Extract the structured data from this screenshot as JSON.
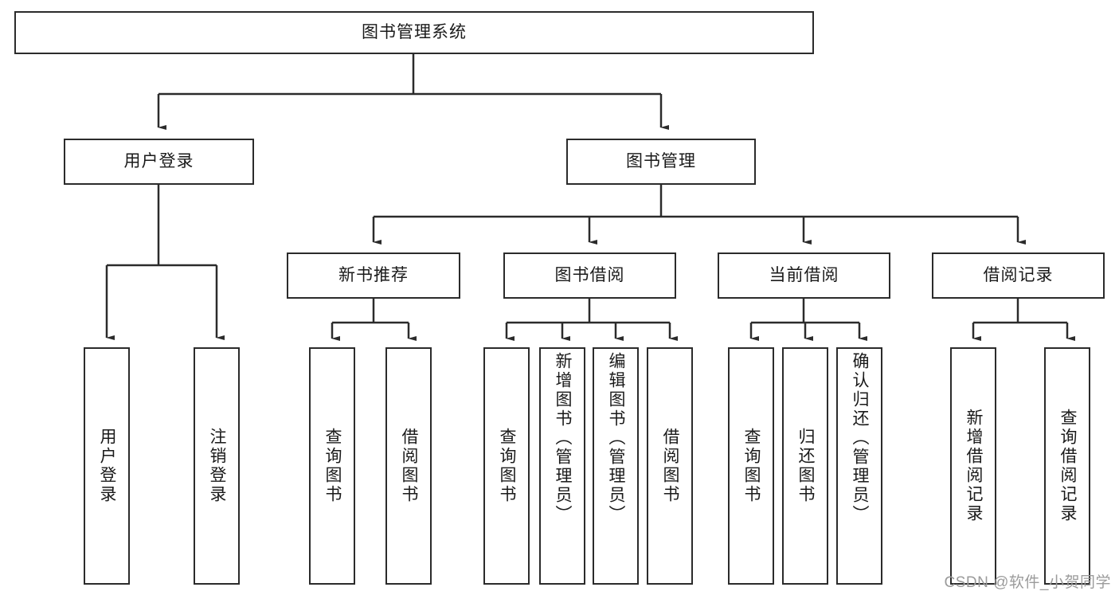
{
  "diagram": {
    "type": "tree",
    "title": "图书管理系统",
    "root": {
      "label": "图书管理系统"
    },
    "level2": [
      {
        "label": "用户登录"
      },
      {
        "label": "图书管理"
      }
    ],
    "level3": [
      {
        "label": "新书推荐"
      },
      {
        "label": "图书借阅"
      },
      {
        "label": "当前借阅"
      },
      {
        "label": "借阅记录"
      }
    ],
    "leaves": {
      "user_login": [
        {
          "label": "用户登录"
        },
        {
          "label": "注销登录"
        }
      ],
      "new_book_recommend": [
        {
          "label": "查询图书"
        },
        {
          "label": "借阅图书"
        }
      ],
      "book_borrow": [
        {
          "label": "查询图书"
        },
        {
          "label": "新增图书（管理员）"
        },
        {
          "label": "编辑图书（管理员）"
        },
        {
          "label": "借阅图书"
        }
      ],
      "current_borrow": [
        {
          "label": "查询图书"
        },
        {
          "label": "归还图书"
        },
        {
          "label": "确认归还（管理员）"
        }
      ],
      "borrow_record": [
        {
          "label": "新增借阅记录"
        },
        {
          "label": "查询借阅记录"
        }
      ]
    }
  },
  "watermark": {
    "text": "CSDN @软件_小贺同学"
  },
  "colors": {
    "stroke": "#2b2b2b",
    "fill": "#ffffff",
    "text": "#1a1a1a",
    "watermark": "#9b9b9b"
  }
}
